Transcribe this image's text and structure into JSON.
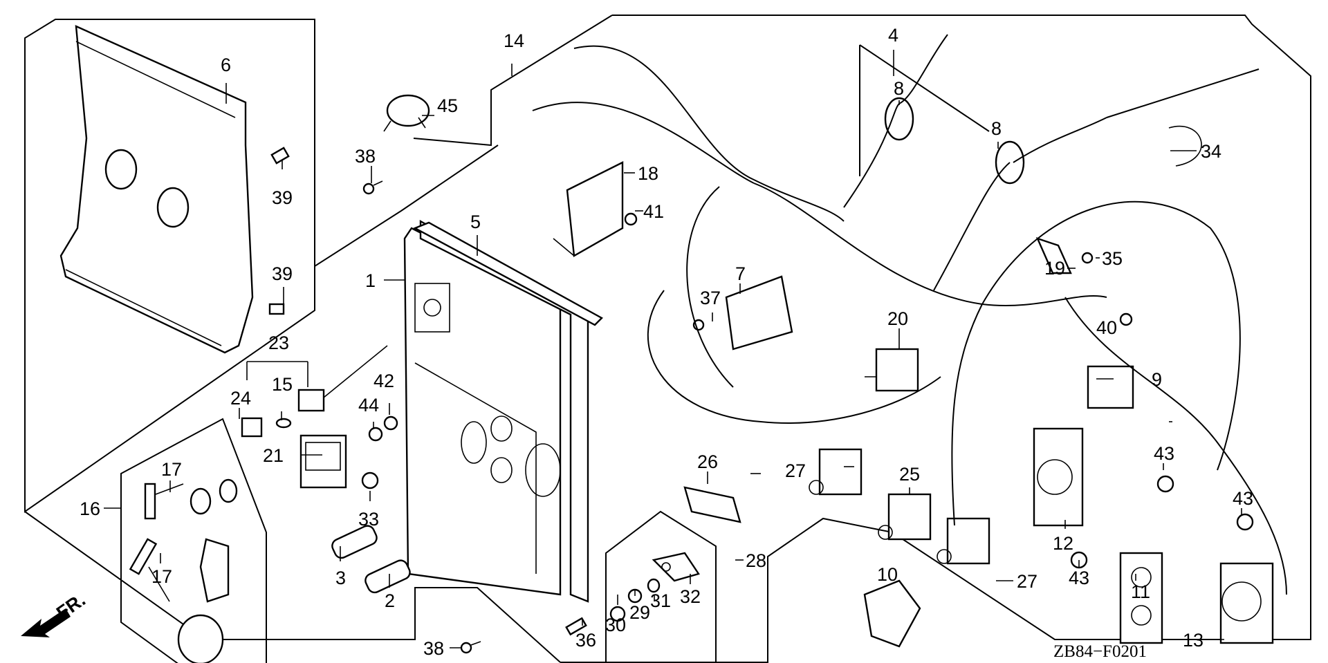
{
  "diagram": {
    "title_code": "ZB84−F0201",
    "direction_marker": "FR.",
    "callouts": [
      {
        "id": "c1",
        "text": "1"
      },
      {
        "id": "c2",
        "text": "2"
      },
      {
        "id": "c3",
        "text": "3"
      },
      {
        "id": "c4",
        "text": "4"
      },
      {
        "id": "c5",
        "text": "5"
      },
      {
        "id": "c6",
        "text": "6"
      },
      {
        "id": "c7",
        "text": "7"
      },
      {
        "id": "c8a",
        "text": "8"
      },
      {
        "id": "c8b",
        "text": "8"
      },
      {
        "id": "c9",
        "text": "9"
      },
      {
        "id": "c10",
        "text": "10"
      },
      {
        "id": "c11",
        "text": "11"
      },
      {
        "id": "c12",
        "text": "12"
      },
      {
        "id": "c13",
        "text": "13"
      },
      {
        "id": "c14",
        "text": "14"
      },
      {
        "id": "c15",
        "text": "15"
      },
      {
        "id": "c16",
        "text": "16"
      },
      {
        "id": "c17a",
        "text": "17"
      },
      {
        "id": "c17b",
        "text": "17"
      },
      {
        "id": "c18",
        "text": "18"
      },
      {
        "id": "c19",
        "text": "19"
      },
      {
        "id": "c20",
        "text": "20"
      },
      {
        "id": "c21",
        "text": "21"
      },
      {
        "id": "c23",
        "text": "23"
      },
      {
        "id": "c24",
        "text": "24"
      },
      {
        "id": "c25",
        "text": "25"
      },
      {
        "id": "c26",
        "text": "26"
      },
      {
        "id": "c27a",
        "text": "27"
      },
      {
        "id": "c27b",
        "text": "27"
      },
      {
        "id": "c28",
        "text": "28"
      },
      {
        "id": "c29",
        "text": "29"
      },
      {
        "id": "c30",
        "text": "30"
      },
      {
        "id": "c31",
        "text": "31"
      },
      {
        "id": "c32",
        "text": "32"
      },
      {
        "id": "c33",
        "text": "33"
      },
      {
        "id": "c34",
        "text": "34"
      },
      {
        "id": "c35",
        "text": "35"
      },
      {
        "id": "c36",
        "text": "36"
      },
      {
        "id": "c37",
        "text": "37"
      },
      {
        "id": "c38a",
        "text": "38"
      },
      {
        "id": "c38b",
        "text": "38"
      },
      {
        "id": "c39a",
        "text": "39"
      },
      {
        "id": "c39b",
        "text": "39"
      },
      {
        "id": "c40",
        "text": "40"
      },
      {
        "id": "c41",
        "text": "41"
      },
      {
        "id": "c42",
        "text": "42"
      },
      {
        "id": "c43a",
        "text": "43"
      },
      {
        "id": "c43b",
        "text": "43"
      },
      {
        "id": "c43c",
        "text": "43"
      },
      {
        "id": "c44",
        "text": "44"
      },
      {
        "id": "c45",
        "text": "45"
      }
    ]
  }
}
